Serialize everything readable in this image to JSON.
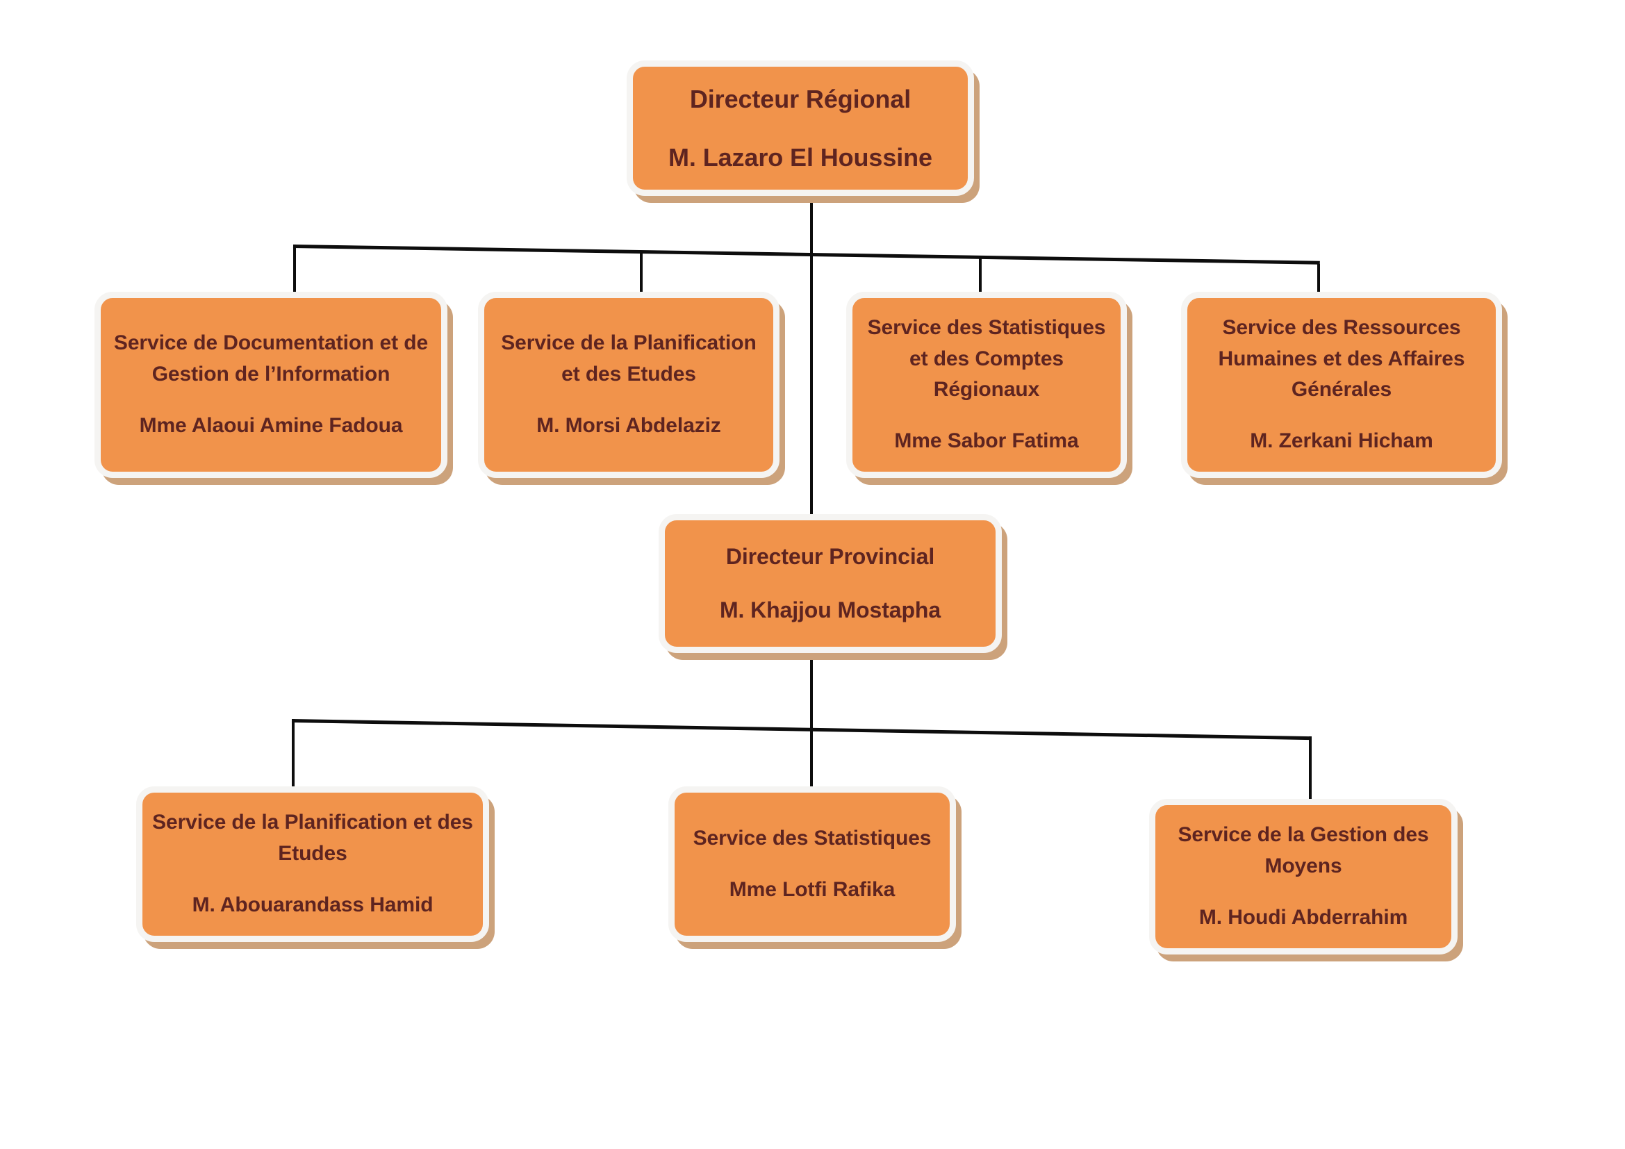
{
  "diagram": {
    "type": "organizational-chart",
    "language": "fr",
    "colors": {
      "node_fill": "#F1934B",
      "node_outline": "#F5F4F2",
      "node_shadow": "#CCA27B",
      "text": "#5E2420",
      "connector": "#0D0D0D",
      "background": "#FFFFFF"
    }
  },
  "nodes": {
    "root": {
      "title": "Directeur Régional",
      "person": "M. Lazaro El Houssine"
    },
    "regional_services": [
      {
        "title": "Service de Documentation et de Gestion de l’Information",
        "person": "Mme Alaoui Amine Fadoua"
      },
      {
        "title": "Service de la Planification et des Etudes",
        "person": "M. Morsi Abdelaziz"
      },
      {
        "title": "Service des Statistiques et des Comptes Régionaux",
        "person": "Mme Sabor Fatima"
      },
      {
        "title": "Service des Ressources Humaines et des Affaires Générales",
        "person": "M. Zerkani Hicham"
      }
    ],
    "provincial": {
      "title": "Directeur Provincial",
      "person": "M. Khajjou Mostapha"
    },
    "provincial_services": [
      {
        "title": "Service de la Planification et des Etudes",
        "person": "M. Abouarandass Hamid"
      },
      {
        "title": "Service des Statistiques",
        "person": "Mme Lotfi Rafika"
      },
      {
        "title": "Service de la Gestion des Moyens",
        "person": "M. Houdi Abderrahim"
      }
    ]
  }
}
